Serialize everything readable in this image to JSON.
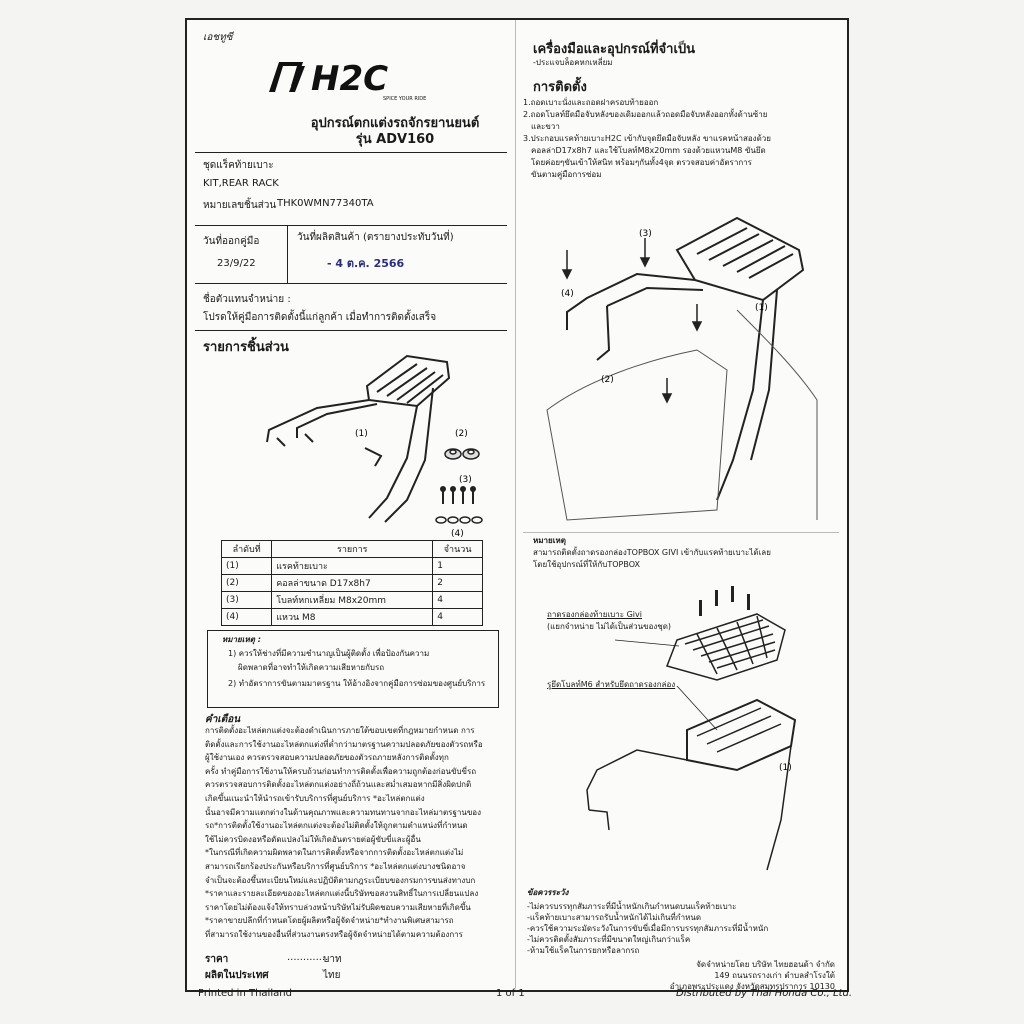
{
  "header": {
    "corner_mark": "เอชทูซี",
    "brand": "H2C",
    "tagline": "SPICE YOUR RIDE",
    "title_line1": "อุปกรณ์ตกแต่งรถจักรยานยนต์",
    "title_line2": "รุ่น  ADV160"
  },
  "product": {
    "set_label": "ชุดแร็คท้ายเบาะ",
    "kit_name": "KIT,REAR RACK",
    "part_no_label": "หมายเลขชิ้นส่วน",
    "part_no": "THK0WMN77340TA"
  },
  "dates": {
    "issue_label": "วันที่ออกคู่มือ",
    "issue_value": "23/9/22",
    "prod_label": "วันที่ผลิตสินค้า (ตรายางประทับวันที่)",
    "prod_value": "- 4 ต.ค. 2566"
  },
  "dealer": {
    "label": "ชื่อตัวแทนจำหน่าย :",
    "instruction": "โปรดให้คู่มือการติดตั้งนี้แก่ลูกค้า เมื่อทำการติดตั้งเสร็จ"
  },
  "parts_section": {
    "title": "รายการชิ้นส่วน",
    "labels": [
      "(1)",
      "(2)",
      "(3)",
      "(4)"
    ]
  },
  "parts_table": {
    "headers": [
      "ลำดับที่",
      "รายการ",
      "จำนวน"
    ],
    "rows": [
      {
        "no": "(1)",
        "item": "แรคท้ายเบาะ",
        "qty": "1"
      },
      {
        "no": "(2)",
        "item": "คอลล่าขนาด D17x8h7",
        "qty": "2"
      },
      {
        "no": "(3)",
        "item": "โบลท์หกเหลี่ยม M8x20mm",
        "qty": "4"
      },
      {
        "no": "(4)",
        "item": "แหวน M8",
        "qty": "4"
      }
    ]
  },
  "remarks": {
    "title": "หมายเหตุ :",
    "lines": [
      "1) ควรให้ช่างที่มีความชำนาญเป็นผู้ติดตั้ง เพื่อป้องกันความ",
      "ผิดพลาดที่อาจทำให้เกิดความเสียหายกับรถ",
      "2) ทำอัตราการขันตามมาตรฐาน ให้อ้างอิงจากคู่มือการซ่อมของศูนย์บริการ"
    ]
  },
  "warning": {
    "title": "คำเตือน",
    "lines": [
      "การติดตั้งอะไหล่ตกแต่งจะต้องดำเนินการภายใต้ขอบเขตที่กฎหมายกำหนด การ",
      "ติดตั้งและการใช้งานอะไหล่ตกแต่งที่ต่ำกว่ามาตรฐานความปลอดภัยของตัวรถหรือ",
      "ผู้ใช้งานเอง   ควรตรวจสอบความปลอดภัยของตัวรถภายหลังการติดตั้งทุก",
      "ครั้ง ทำคู่มือการใช้งานให้ครบถ้วนก่อนทำการติดตั้งเพื่อความถูกต้องก่อนขับขี่รถ",
      "ควรตรวจสอบการติดตั้งอะไหล่ตกแต่งอย่างถี่ถ้วนและสม่ำเสมอหากมีสิ่งผิดปกติ",
      "เกิดขึ้นแนะนำให้นำรถเข้ารับบริการที่ศูนย์บริการ *อะไหล่ตกแต่ง",
      "นั้นอาจมีความแตกต่างในด้านคุณภาพและความทนทานจากอะไหล่มาตรฐานของ",
      "รถ*การติดตั้งใช้งานอะไหล่ตกแต่งจะต้องไม่ติดตั้งให้ถูกตามตำแหน่งที่กำหนด",
      "ใช้ไม่ควรบิดงอหรือดัดแปลงไม่ให้เกิดอันตรายต่อผู้ขับขี่และผู้อื่น",
      "*ในกรณีที่เกิดความผิดพลาดในการติดตั้งหรือจากการติดตั้งอะไหล่ตกแต่งไม่",
      "สามารถเรียกร้องประกันหรือบริการที่ศูนย์บริการ   *อะไหล่ตกแต่งบางชนิดอาจ",
      "จำเป็นจะต้องขึ้นทะเบียนใหม่และปฏิบัติตามกฎระเบียบของกรมการขนส่งทางบก",
      "*ราคาและรายละเอียดของอะไหล่ตกแต่งนี้บริษัทขอสงวนสิทธิ์ในการเปลี่ยนแปลง",
      "ราคาโดยไม่ต้องแจ้งให้ทราบล่วงหน้าบริษัทไม่รับผิดชอบความเสียหายที่เกิดขึ้น",
      "*ราคาขายปลีกที่กำหนดโดยผู้ผลิตหรือผู้จัดจำหน่าย*ทำงานพิเศษสามารถ",
      "ที่สามารถใช้งานของอื่นที่ส่วนงานตรงหรือผู้จัดจำหน่ายได้ตามความต้องการ"
    ]
  },
  "price": {
    "price_label": "ราคา",
    "price_unit": "บาท",
    "origin_label": "ผลิตในประเทศ",
    "origin_value": "ไทย"
  },
  "tools": {
    "title": "เครื่องมือและอุปกรณ์ที่จำเป็น",
    "item": "-ประแจบล็อคหกเหลี่ยม"
  },
  "install": {
    "title": "การติดตั้ง",
    "steps": [
      "1.ถอดเบาะนั่งและถอดฝาครอบท้ายออก",
      "2.ถอดโบลท์ยึดมือจับหลังของเดิมออกแล้วถอดมือจับหลังออกทั้งด้านซ้าย",
      "และขวา",
      "3.ประกอบแรคท้ายเบาะH2C เข้ากับจุดยึดมือจับหลัง ขาแรคหน้าสองด้วย",
      "คอลล่าD17x8h7 และใช้โบลท์M8x20mm รองด้วยแหวนM8 ขันยึด",
      "โดยค่อยๆขันเข้าให้สนิท พร้อมๆกันทั้ง4จุด ตรวจสอบค่าอัตราการ",
      "ขันตามคู่มือการซ่อม"
    ],
    "callouts": [
      "(1)",
      "(2)",
      "(3)",
      "(4)"
    ]
  },
  "topbox_note": {
    "title": "หมายเหตุ",
    "line1": "สามารถติดตั้งถาดรองกล่องTOPBOX GIVI เข้ากับแรคท้ายเบาะได้เลย",
    "line2": "โดยใช้อุปกรณ์ที่ให้กับTOPBOX",
    "label_plate": "ถาดรองกล่องท้ายเบาะ Givi",
    "label_plate_sub": "(แยกจำหน่าย ไม่ได้เป็นส่วนของชุด)",
    "label_holes": "รูยึดโบลท์M6 สำหรับยึดถาดรองกล่อง",
    "callout": "(1)"
  },
  "caution": {
    "title": "ข้อควรระวัง",
    "lines": [
      "-ไม่ควรบรรทุกสัมภาระที่มีน้ำหนักเกินกำหนดบนแร็คท้ายเบาะ",
      "-แร็คท้ายเบาะสามารถรับน้ำหนักได้ไม่เกินที่กำหนด",
      "-ควรใช้ความระมัดระวังในการขับขี่เมื่อมีการบรรทุกสัมภาระที่มีน้ำหนัก",
      "-ไม่ควรติดตั้งสัมภาระที่มีขนาดใหญ่เกินกว่าแร็ค",
      "-ห้ามใช้แร็คในการยกหรือลากรถ"
    ]
  },
  "distributor": {
    "line1": "จัดจำหน่ายโดย บริษัท ไทยฮอนด้า จำกัด",
    "line2": "149 ถนนรถรางเก่า ตำบลสำโรงใต้",
    "line3": "อำเภอพระประแดง จังหวัดสมุทรปราการ 10130"
  },
  "footer": {
    "left": "Printed in Thailand",
    "center": "1 of 1",
    "right": "Distributed by Thai Honda Co., Ltd."
  }
}
